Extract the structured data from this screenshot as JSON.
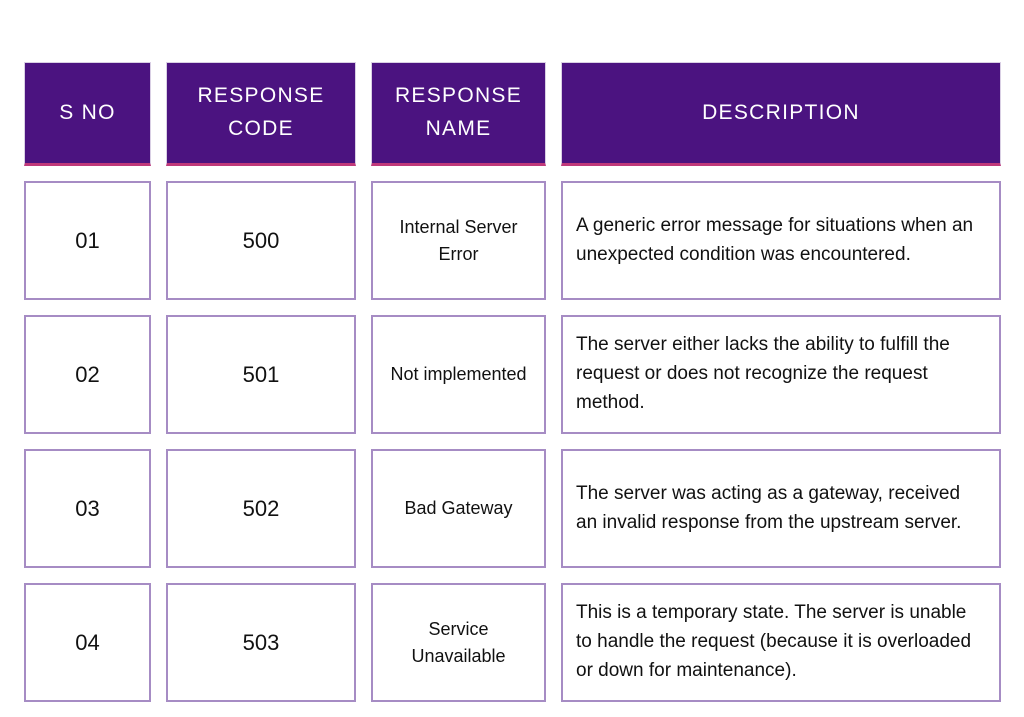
{
  "table": {
    "columns": [
      {
        "key": "sno",
        "label": "S NO"
      },
      {
        "key": "code",
        "label": "RESPONSE CODE"
      },
      {
        "key": "name",
        "label": "RESPONSE NAME"
      },
      {
        "key": "desc",
        "label": "DESCRIPTION"
      }
    ],
    "rows": [
      {
        "sno": "01",
        "code": "500",
        "name": "Internal Server Error",
        "desc": "A generic error message for situations when an unexpected condition was encountered."
      },
      {
        "sno": "02",
        "code": "501",
        "name": "Not implemented",
        "desc": "The server either lacks the ability to fulfill the request or does not recognize the request method."
      },
      {
        "sno": "03",
        "code": "502",
        "name": "Bad Gateway",
        "desc": "The server was acting as a gateway, received an invalid response from the upstream server."
      },
      {
        "sno": "04",
        "code": "503",
        "name": "Service Unavailable",
        "desc": "This is a temporary state. The server is unable to handle the request (because it is overloaded or down for maintenance)."
      }
    ]
  },
  "colors": {
    "header_background": "#4B1380",
    "header_text": "#FFFFFF",
    "header_accent_underline": "#C0397A",
    "cell_border": "#A68CC4",
    "cell_background": "#FFFFFF",
    "cell_text": "#111111",
    "page_background": "#FFFFFF"
  }
}
